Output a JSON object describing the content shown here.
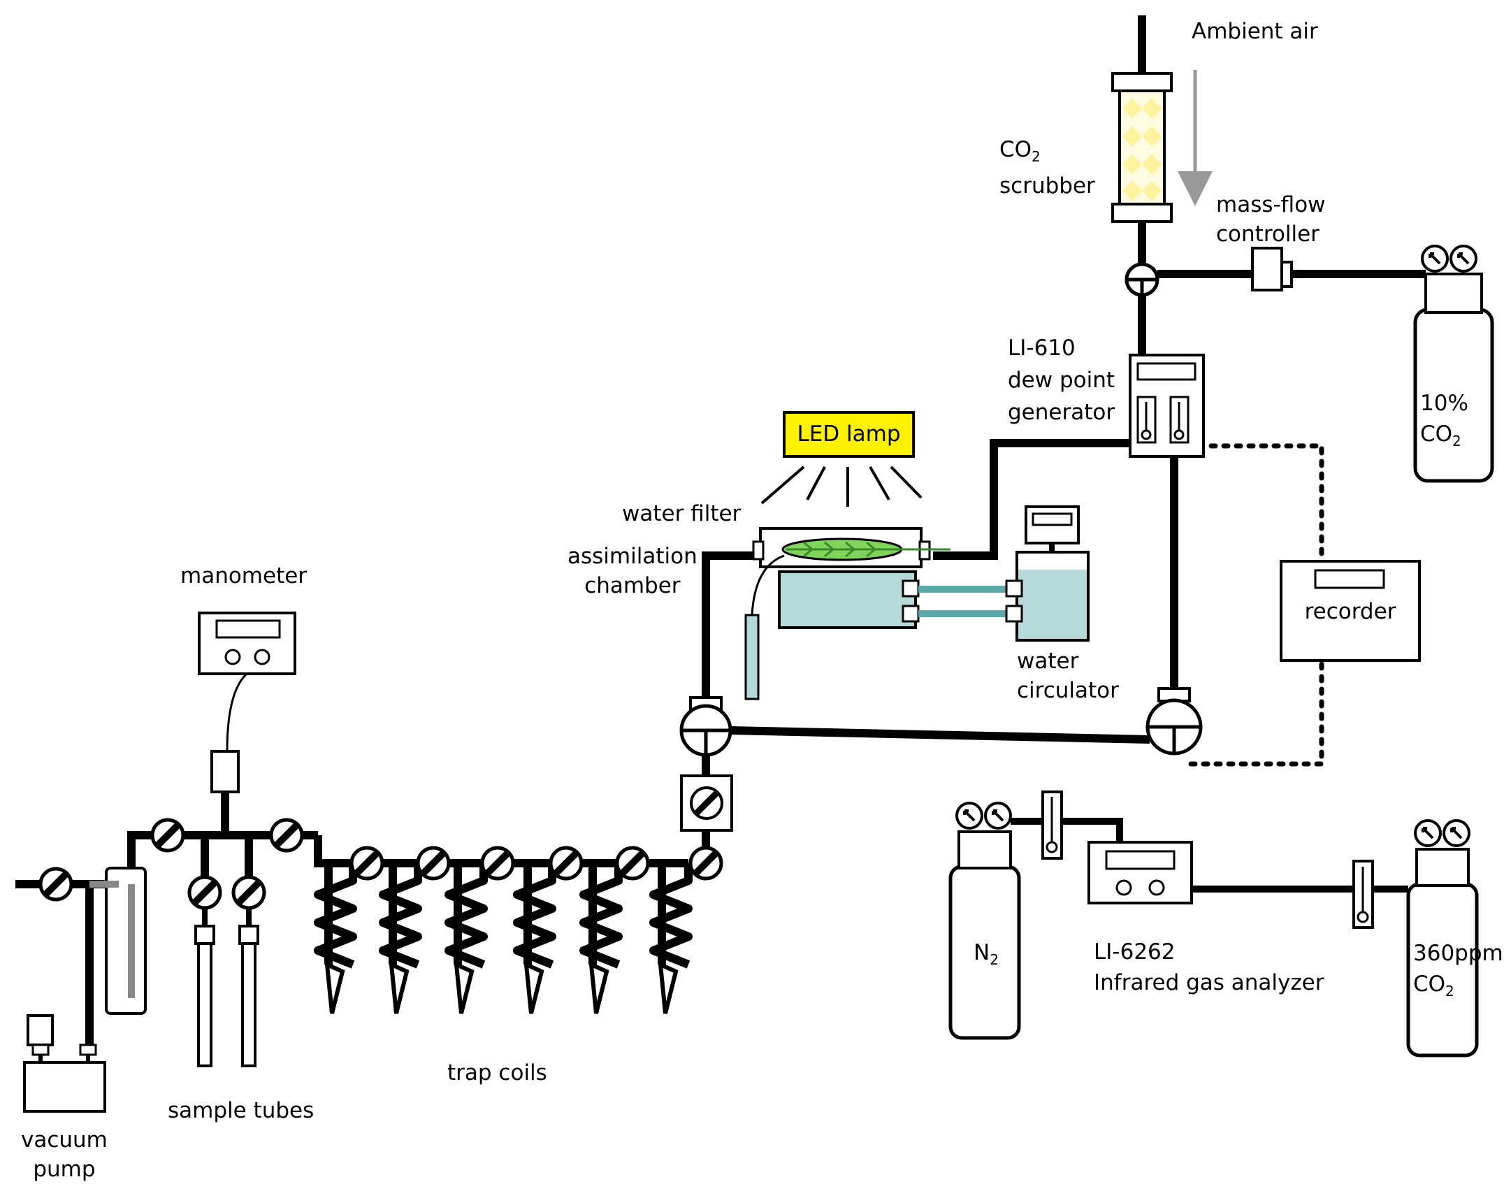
{
  "labels": {
    "ambient_air": "Ambient air",
    "co2_scrubber_line1": "CO",
    "co2_scrubber_sub": "2",
    "co2_scrubber_line2": "scrubber",
    "mass_flow_line1": "mass-flow",
    "mass_flow_line2": "controller",
    "li610_line1": "LI-610",
    "li610_line2": "dew point",
    "li610_line3": "generator",
    "co2_10_line1": "10%",
    "co2_10_line2": "CO",
    "co2_10_sub": "2",
    "led_lamp": "LED lamp",
    "water_filter": "water filter",
    "assimilation_line1": "assimilation",
    "assimilation_line2": "chamber",
    "recorder": "recorder",
    "water_circ_line1": "water",
    "water_circ_line2": "circulator",
    "manometer": "manometer",
    "n2_main": "N",
    "n2_sub": "2",
    "li6262_line1": "LI-6262",
    "li6262_line2": "Infrared gas analyzer",
    "co2_360_line1": "360ppm",
    "co2_360_line2": "CO",
    "co2_360_sub": "2",
    "trap_coils": "trap coils",
    "sample_tubes": "sample tubes",
    "vacuum_pump_line1": "vacuum",
    "vacuum_pump_line2": "pump"
  },
  "colors": {
    "line": "#000000",
    "led_fill": "#fff200",
    "water": "#b5d8d8",
    "water_pipe": "#5aa8a8",
    "leaf": "#7fd45a",
    "scrubber_fill": "#fffbe0",
    "scrubber_dots": "#fff3a0",
    "arrow": "#999999",
    "dotted": "#000000"
  }
}
